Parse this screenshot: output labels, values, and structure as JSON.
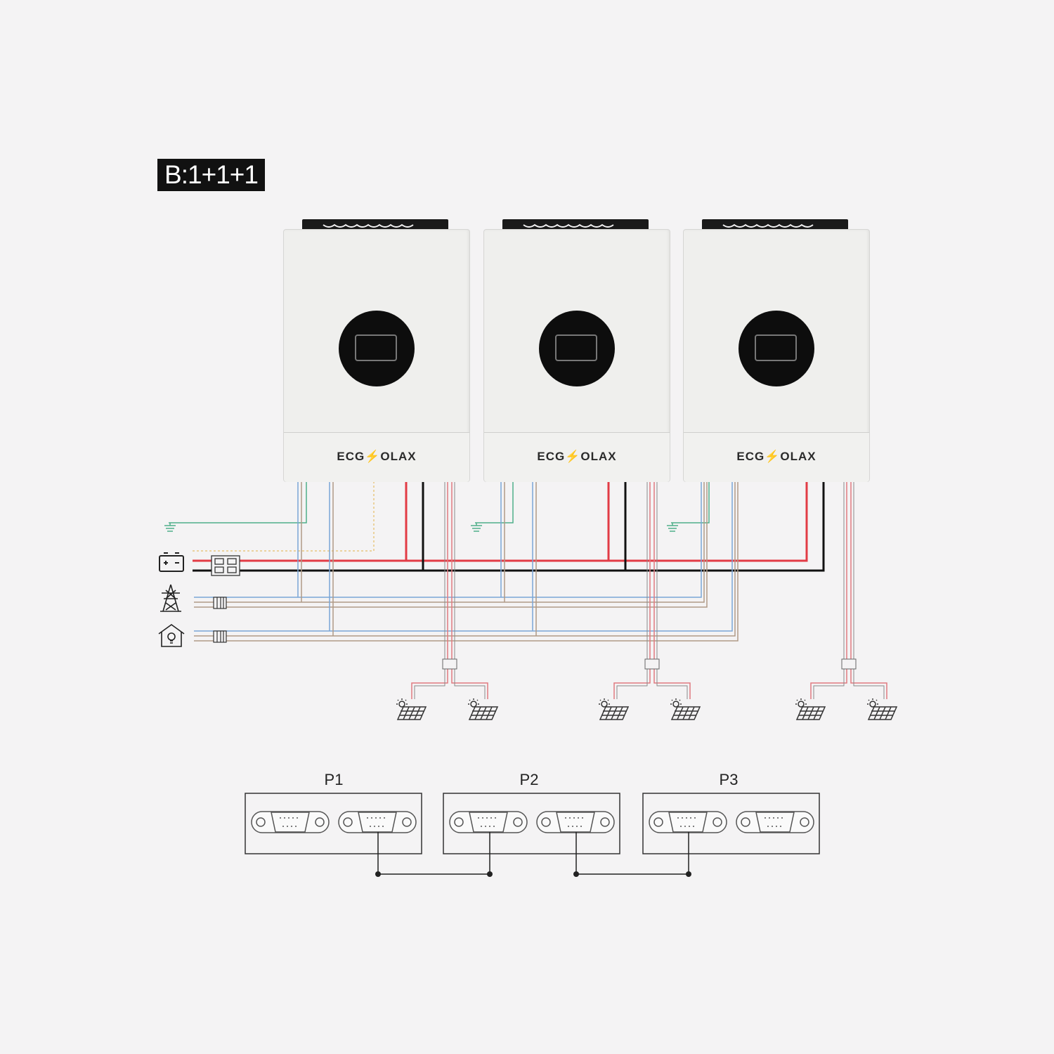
{
  "header": {
    "label": "B:1+1+1"
  },
  "brand": {
    "left": "ECG",
    "bolt": "⚡",
    "right": "OLAX"
  },
  "inverters": [
    {
      "brand_left": "ECG",
      "brand_right": "OLAX"
    },
    {
      "brand_left": "ECG",
      "brand_right": "OLAX"
    },
    {
      "brand_left": "ECG",
      "brand_right": "OLAX"
    }
  ],
  "ports": {
    "p1": "P1",
    "p2": "P2",
    "p3": "P3"
  },
  "icons": [
    "ground-icon",
    "battery-icon",
    "grid-tower-icon",
    "home-load-icon",
    "solar-panel-icon",
    "breaker-icon",
    "db9-connector-icon"
  ],
  "colors": {
    "positive": "#e23b45",
    "negative": "#111111",
    "ground": "#4fb08a",
    "neutral": "#7aa6d6",
    "line": "#b09a86",
    "pv": "#e07b80"
  }
}
